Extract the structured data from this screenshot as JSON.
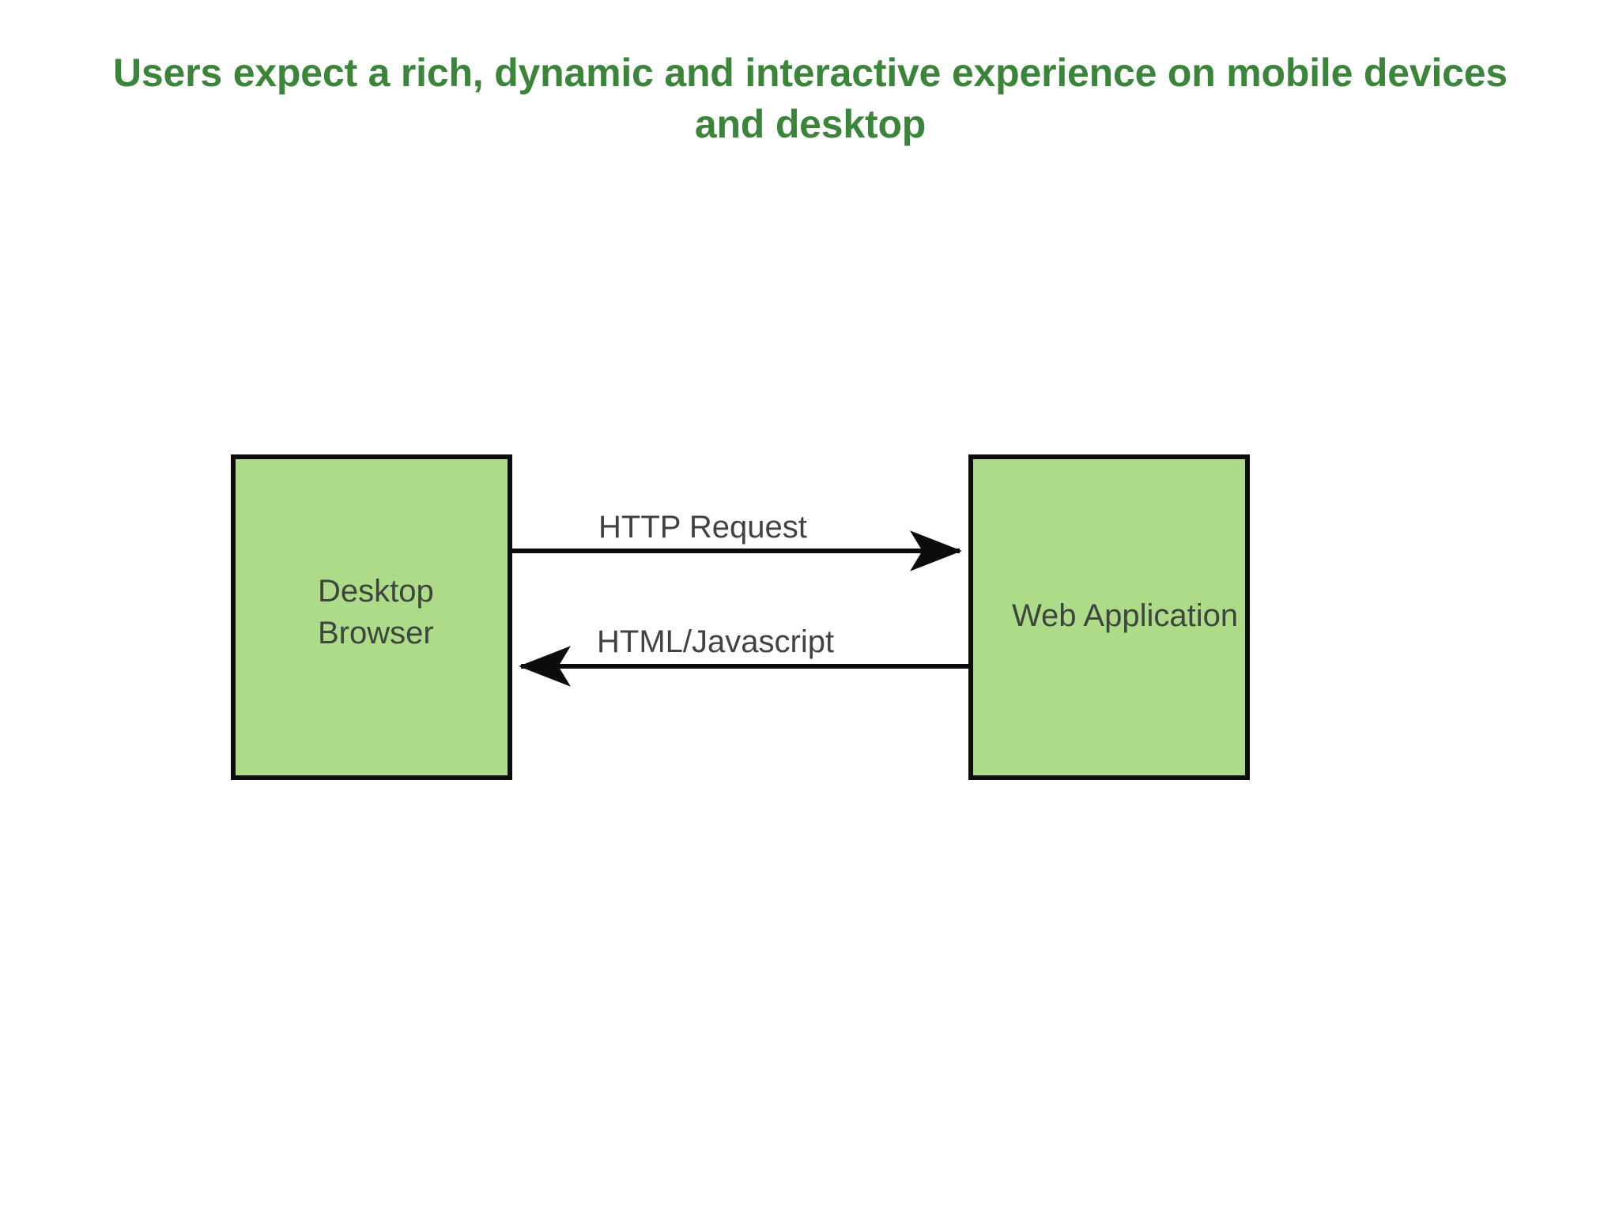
{
  "slide": {
    "title": "Users expect a rich, dynamic and interactive experience on mobile devices and desktop",
    "title_color": "#3b853b",
    "background_color": "#ffffff"
  },
  "diagram": {
    "type": "flow",
    "node_fill_color": "#aedb88",
    "node_border_color": "#0c0c0c",
    "text_color": "#3f4440",
    "nodes": [
      {
        "id": "desktop-browser",
        "label": "Desktop\nBrowser"
      },
      {
        "id": "web-application",
        "label": "Web Application"
      }
    ],
    "edges": [
      {
        "id": "http-request",
        "label": "HTTP Request",
        "from": "desktop-browser",
        "to": "web-application",
        "direction": "right"
      },
      {
        "id": "html-javascript",
        "label": "HTML/Javascript",
        "from": "web-application",
        "to": "desktop-browser",
        "direction": "left"
      }
    ]
  }
}
